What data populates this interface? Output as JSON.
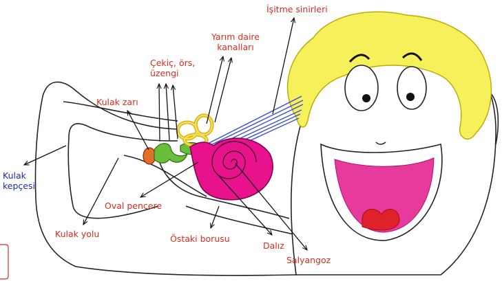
{
  "colors": {
    "label_red": "#d92b1e",
    "label_blue": "#1f2aa8",
    "hair": "#f6f05a",
    "cochlea": "#e8138c",
    "mouth": "#e63a9c",
    "tongue": "#e0202a",
    "ossicles": "#6abf3a",
    "canals": "#f4d43a",
    "nerves": "#3a4fd8"
  },
  "labels": {
    "isitme_sinirleri": "İşitme sinirleri",
    "yarim_daire_line1": "Yarım daire",
    "yarim_daire_line2": "kanalları",
    "cekic_line1": "Çekiç, örs,",
    "cekic_line2": "üzengi",
    "kulak_zari": "Kulak zarı",
    "kulak_line1": "Kulak",
    "kulak_line2": "kepçesi",
    "oval_pencere": "Oval pencere",
    "kulak_yolu": "Kulak yolu",
    "ostaki_borusu": "Östaki borusu",
    "daliz": "Dalız",
    "salyangoz": "Salyangoz"
  }
}
